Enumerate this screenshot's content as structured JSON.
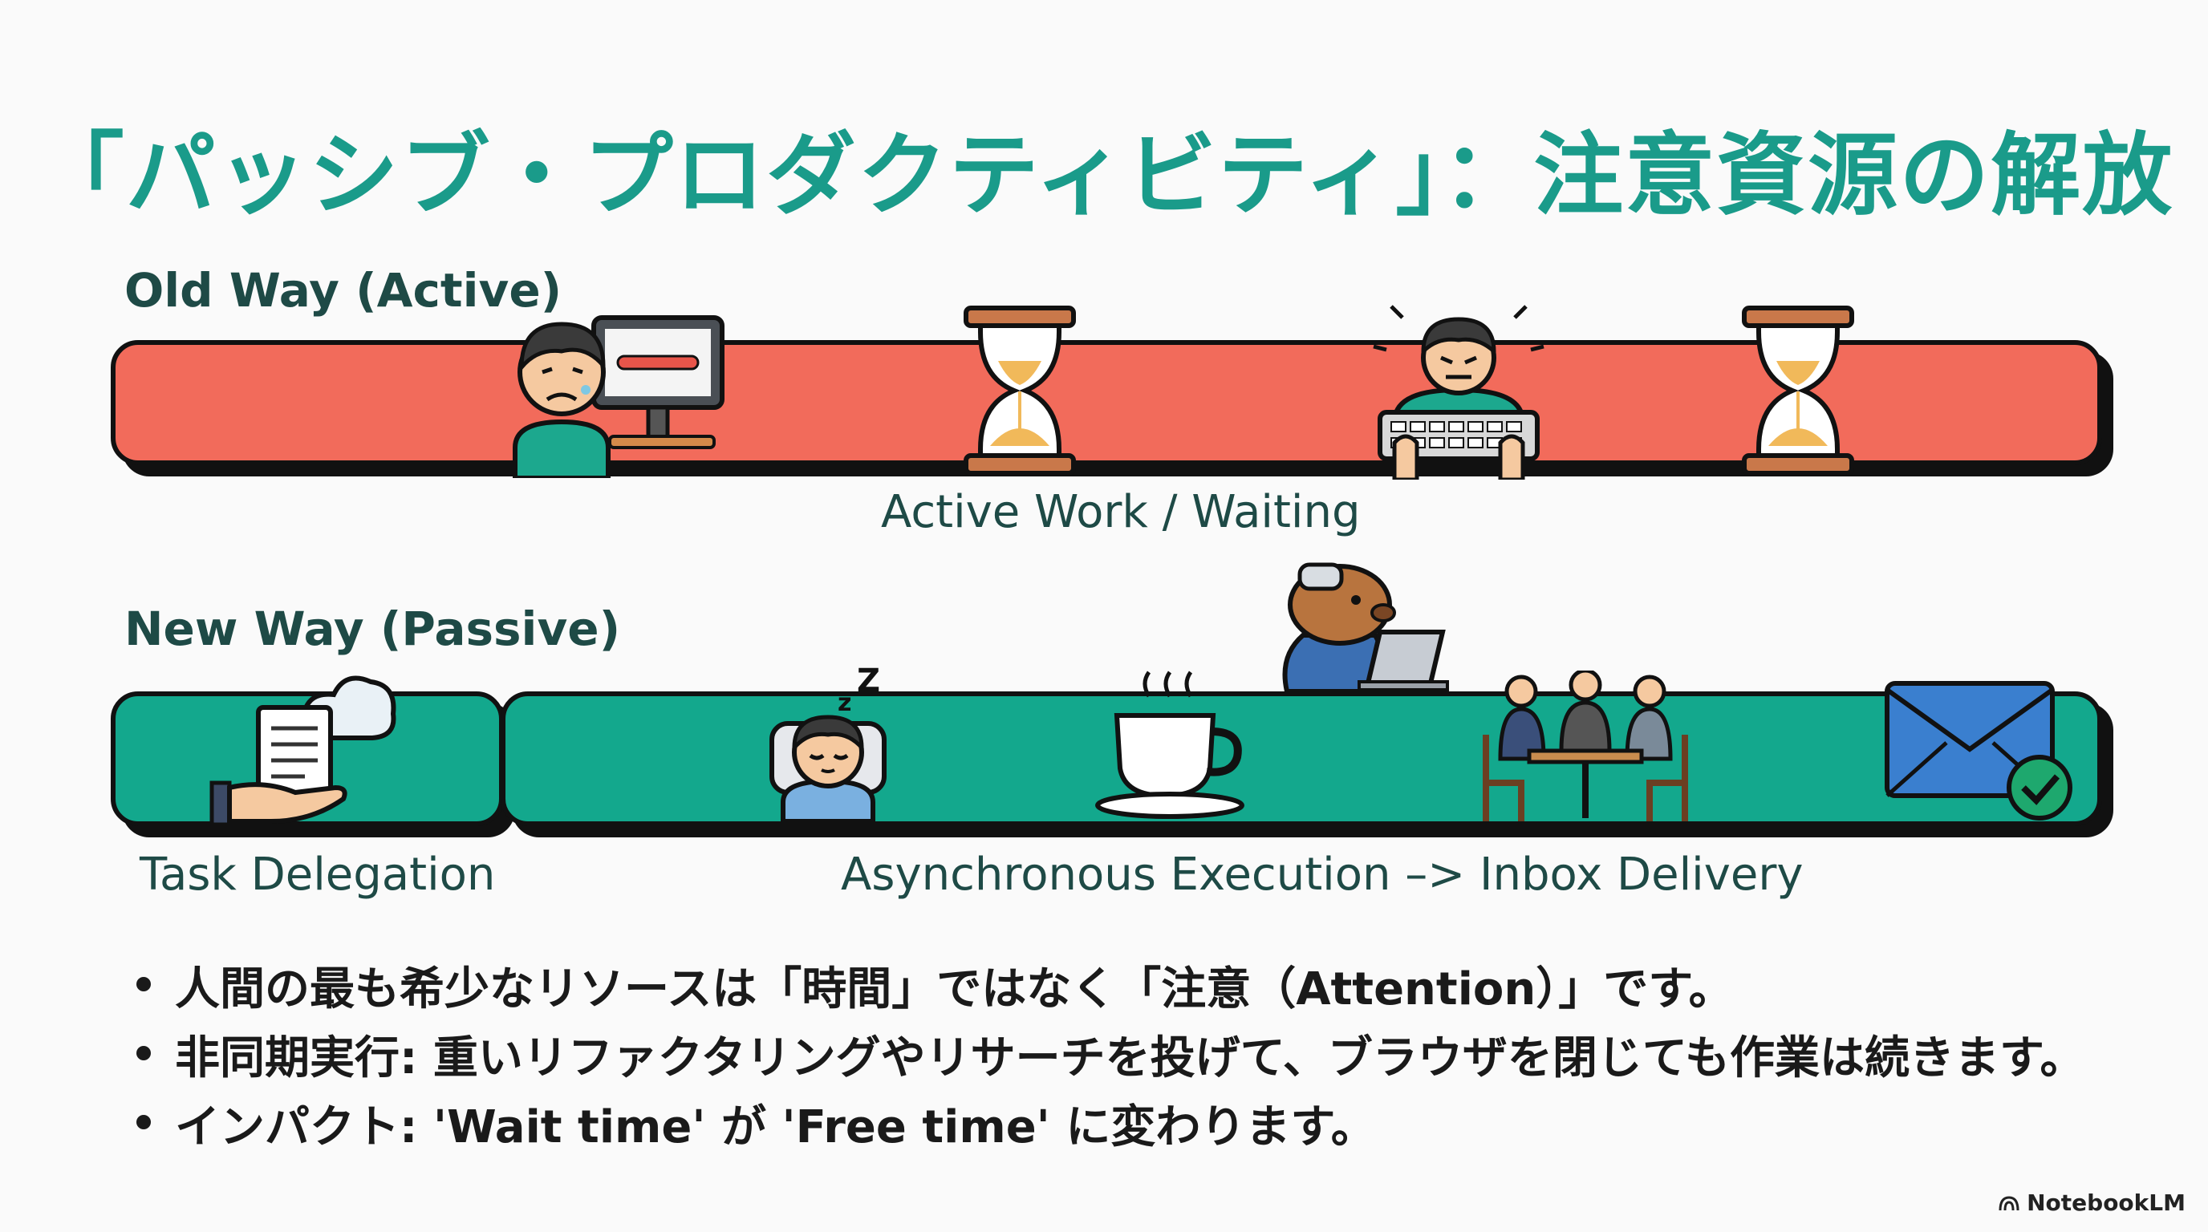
{
  "title": "「パッシブ・プロダクティビティ」：注意資源の解放",
  "old_way": {
    "label": "Old Way (Active)",
    "caption": "Active Work / Waiting",
    "bar_color": "#f26b5b",
    "icons": [
      "worried-person-at-monitor-icon",
      "hourglass-icon",
      "stressed-person-typing-icon",
      "hourglass-icon"
    ]
  },
  "new_way": {
    "label": "New Way (Passive)",
    "caption_left": "Task Delegation",
    "caption_right": "Asynchronous Execution –> Inbox Delivery",
    "bar_color": "#13a88d",
    "icons": [
      "hand-document-cloud-icon",
      "sleeping-person-icon",
      "coffee-cup-icon",
      "capybara-laptop-icon",
      "meeting-table-icon",
      "envelope-check-icon"
    ]
  },
  "bullets": [
    "人間の最も希少なリソースは「時間」ではなく「注意（Attention）」です。",
    "非同期実行: 重いリファクタリングやリサーチを投げて、ブラウザを閉じても作業は続きます。",
    "インパクト: 'Wait time' が 'Free time' に変わります。"
  ],
  "brand": "NotebookLM",
  "colors": {
    "accent": "#1a9b8a",
    "dark_text": "#1e4a46"
  }
}
